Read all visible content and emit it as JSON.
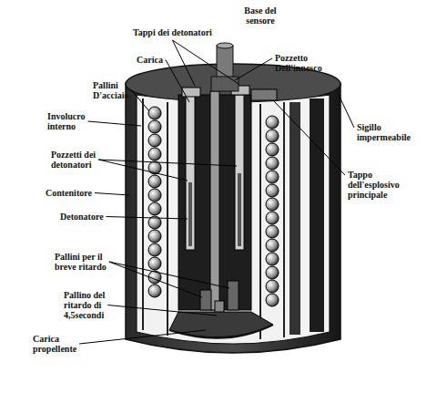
{
  "diagram": {
    "labels": [
      "Base del sensore",
      "Tappi dei detonatori",
      "Carica",
      "Pallini D'acciaio",
      "Pozzetto Dell'innesco",
      "Involucro interno",
      "Sigillo impermeabile",
      "Pozzetti dei detonatori",
      "Tappo dell'esplosivo principale",
      "Contenitore",
      "Detonatore",
      "Pallini per il breve ritardo",
      "Pallino del ritardo di 4,5secondi",
      "Carica propellente"
    ]
  }
}
